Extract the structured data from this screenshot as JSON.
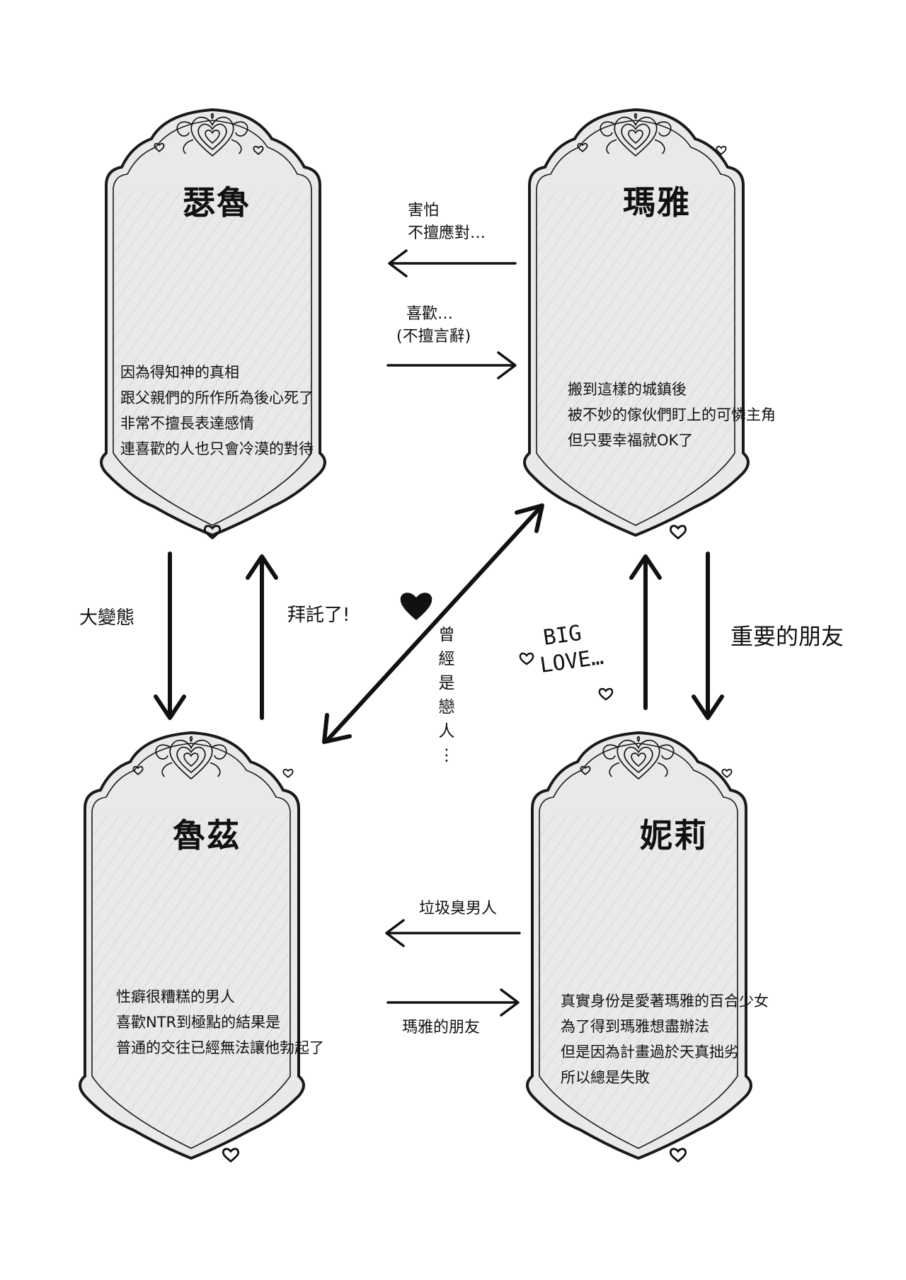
{
  "characters": [
    {
      "id": "seru",
      "name": "瑟魯",
      "description": [
        "因為得知神的真相",
        "跟父親們的所作所為後心死了",
        "非常不擅長表達感情",
        "連喜歡的人也只會冷漠的對待"
      ]
    },
    {
      "id": "maya",
      "name": "瑪雅",
      "description": [
        "搬到這樣的城鎮後",
        "被不妙的傢伙們盯上的可憐主角",
        "但只要幸福就OK了"
      ]
    },
    {
      "id": "ruz",
      "name": "魯茲",
      "description": [
        "性癖很糟糕的男人",
        "喜歡NTR到極點的結果是",
        "普通的交往已經無法讓他勃起了"
      ]
    },
    {
      "id": "nili",
      "name": "妮莉",
      "description": [
        "真實身份是愛著瑪雅的百合少女",
        "為了得到瑪雅想盡辦法",
        "但是因為計畫過於天真拙劣",
        "所以總是失敗"
      ]
    }
  ],
  "relations": {
    "maya_to_seru": [
      "害怕",
      "不擅應對…"
    ],
    "seru_to_maya": [
      "喜歡…",
      "(不擅言辭)"
    ],
    "seru_to_ruz": "大變態",
    "ruz_to_seru": "拜託了!",
    "maya_ruz_former": "曾經是戀人…",
    "maya_to_nili_big_love": [
      "BIG",
      "LOVE…"
    ],
    "nili_maya_friend": "重要的朋友",
    "nili_to_ruz": "垃圾臭男人",
    "ruz_to_nili": "瑪雅的朋友"
  },
  "icons": [
    "heart-icon",
    "ornament-heart-icon"
  ],
  "colors": {
    "frame_fill": "#e9e9e9",
    "ink": "#111111"
  }
}
